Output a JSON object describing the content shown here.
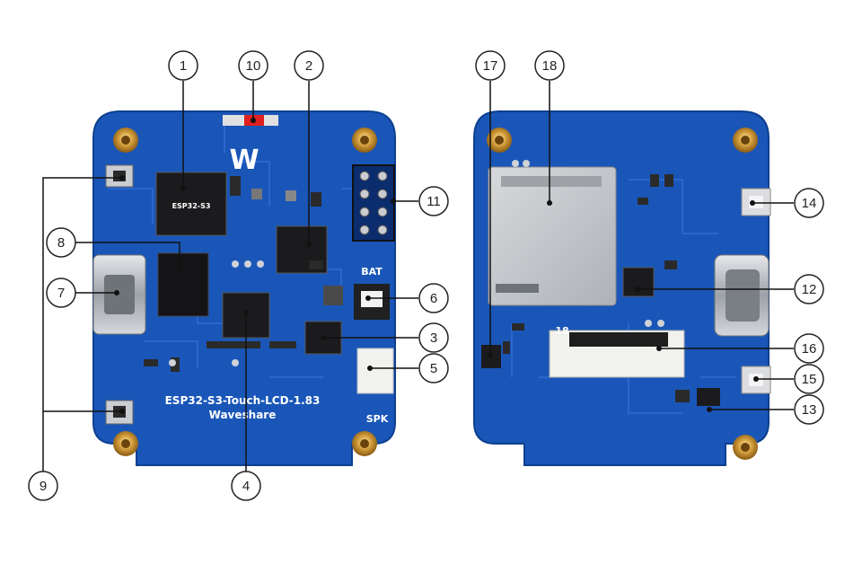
{
  "board": {
    "name": "ESP32-S3-Touch-LCD-1.83",
    "brand": "Waveshare",
    "logo_text": "W",
    "bat_label": "BAT",
    "spk_label": "SPK",
    "fpc_pin_label": "18",
    "chip_label": "ESP32-S3",
    "colors": {
      "pcb": "#1a56b8",
      "pcb_edge": "#0d3f8f",
      "gold": "#d9a441",
      "connector": "#b8bcc2"
    }
  },
  "callouts": [
    {
      "id": "1",
      "label": "1"
    },
    {
      "id": "2",
      "label": "2"
    },
    {
      "id": "3",
      "label": "3"
    },
    {
      "id": "4",
      "label": "4"
    },
    {
      "id": "5",
      "label": "5"
    },
    {
      "id": "6",
      "label": "6"
    },
    {
      "id": "7",
      "label": "7"
    },
    {
      "id": "8",
      "label": "8"
    },
    {
      "id": "9",
      "label": "9"
    },
    {
      "id": "10",
      "label": "10"
    },
    {
      "id": "11",
      "label": "11"
    },
    {
      "id": "12",
      "label": "12"
    },
    {
      "id": "13",
      "label": "13"
    },
    {
      "id": "14",
      "label": "14"
    },
    {
      "id": "15",
      "label": "15"
    },
    {
      "id": "16",
      "label": "16"
    },
    {
      "id": "17",
      "label": "17"
    },
    {
      "id": "18",
      "label": "18"
    }
  ]
}
